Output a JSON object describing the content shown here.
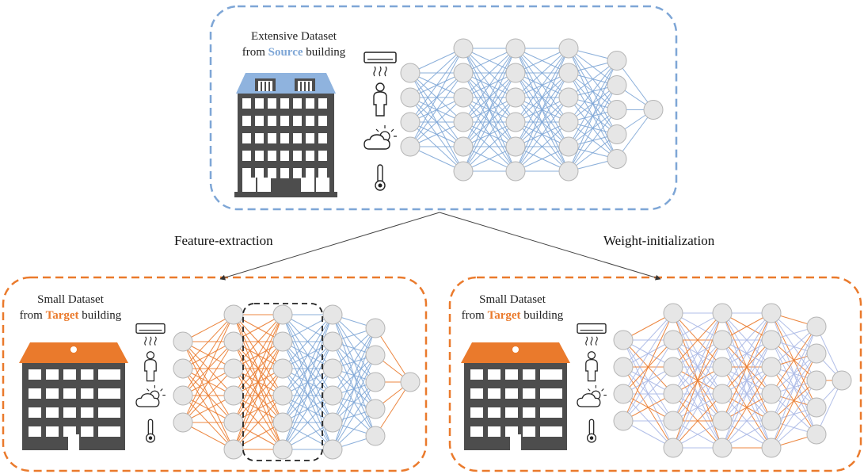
{
  "colors": {
    "source": "#7ea6d6",
    "target": "#ea7a2c",
    "frozen_box": "#222222",
    "node_fill": "#e6e6e6",
    "node_stroke": "#b5b5b5",
    "building_dark": "#4d4d4d",
    "roof_blue": "#8fb3de",
    "roof_orange": "#ea7a2c"
  },
  "source_panel": {
    "caption_line1": "Extensive Dataset",
    "caption_prefix": "from ",
    "caption_highlight": "Source",
    "caption_suffix": " building"
  },
  "target_panel_left": {
    "caption_line1": "Small Dataset",
    "caption_prefix": "from ",
    "caption_highlight": "Target",
    "caption_suffix": " building"
  },
  "target_panel_right": {
    "caption_line1": "Small Dataset",
    "caption_prefix": "from ",
    "caption_highlight": "Target",
    "caption_suffix": " building"
  },
  "approaches": {
    "left": "Feature-extraction",
    "right": "Weight-initialization"
  },
  "input_icons": [
    "air-conditioner-icon",
    "person-icon",
    "weather-icon",
    "thermometer-icon"
  ],
  "network": {
    "layer_sizes": [
      4,
      6,
      6,
      6,
      5,
      1
    ],
    "target_left_link_colors": [
      "target",
      "target",
      "source",
      "source",
      "target"
    ],
    "target_right_link_colors": [
      "mixed",
      "mixed",
      "mixed",
      "mixed",
      "mixed"
    ]
  }
}
